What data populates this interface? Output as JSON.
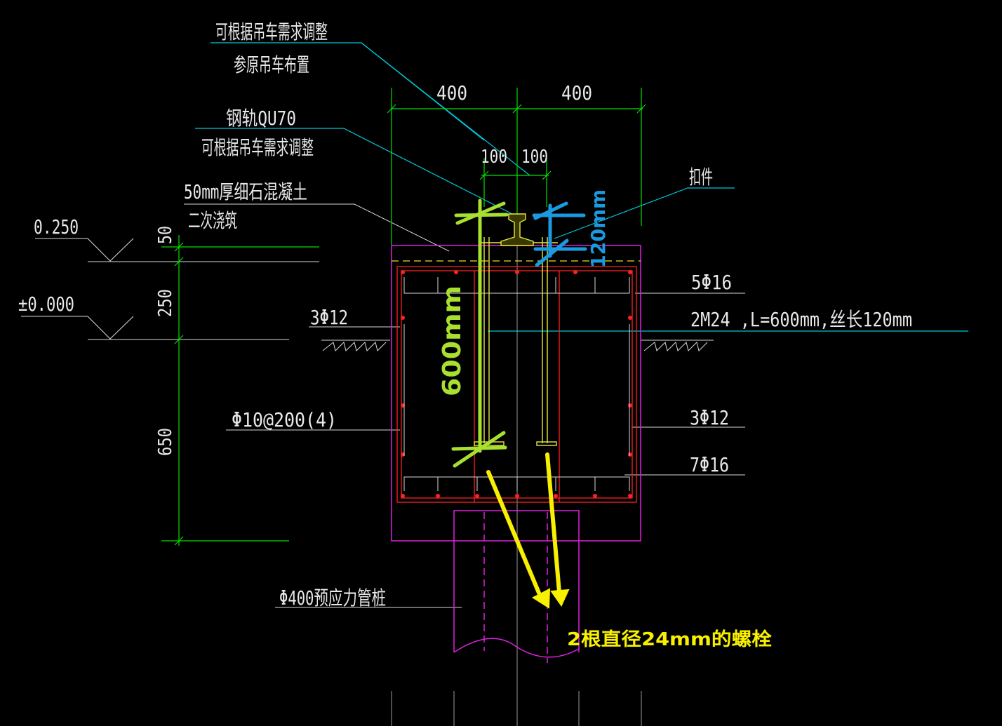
{
  "labels": {
    "crane_note_1": "可根据吊车需求调整",
    "crane_note_2": "参原吊车布置",
    "dim_400_left": "400",
    "dim_400_right": "400",
    "rail_name": "钢轨QU70",
    "rail_note": "可根据吊车需求调整",
    "dim_100_left": "100",
    "dim_100_right": "100",
    "fastener": "扣件",
    "topping_1": "50mm厚细石混凝土",
    "topping_2": "二次浇筑",
    "elev_top": "0.250",
    "elev_zero": "±0.000",
    "dim_50": "50",
    "dim_250": "250",
    "dim_650": "650",
    "rebar_top": "5Φ16",
    "bolt_spec": "2M24 ,L=600mm,丝长120mm",
    "rebar_side_left": "3Φ12",
    "rebar_side_right": "3Φ12",
    "stirrup": "Φ10@200(4)",
    "rebar_bottom": "7Φ16",
    "pile": "Φ400预应力管桩"
  },
  "annotations": {
    "bolt_length": "600mm",
    "thread_length": "120mm",
    "bolt_note": "2根直径24mm的螺栓"
  },
  "colors": {
    "background": "#000000",
    "cad_text": "#e8e8e8",
    "dimension": "#00e000",
    "leader": "#00c8d8",
    "concrete_outline": "#e020e0",
    "rebar": "#ff2020",
    "bolt": "#e8e840",
    "highlight_green": "#a8e030",
    "highlight_blue": "#1a9ae0",
    "arrow_yellow": "#f8f000"
  }
}
